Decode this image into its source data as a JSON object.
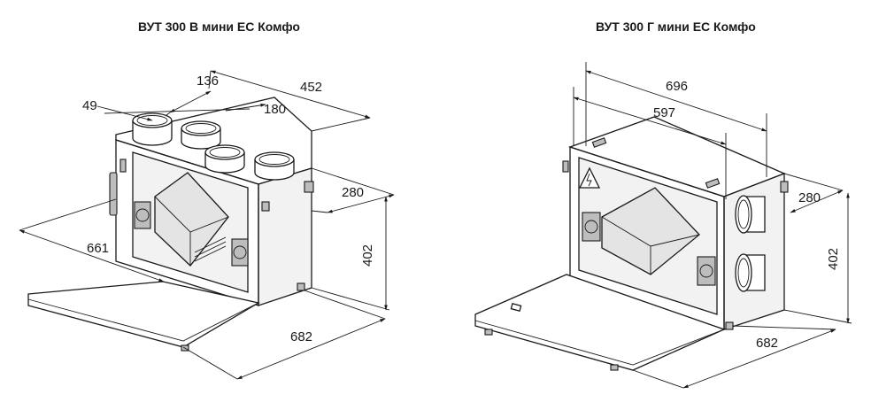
{
  "titles": {
    "left": "ВУТ 300 В мини ЕС Комфо",
    "right": "ВУТ 300 Г мини ЕС Комфо"
  },
  "left_dims": {
    "d136": "136",
    "d452": "452",
    "d49": "49",
    "d180": "180",
    "d280": "280",
    "d661": "661",
    "d402": "402",
    "d682": "682"
  },
  "right_dims": {
    "d696": "696",
    "d597": "597",
    "d280": "280",
    "d402": "402",
    "d682": "682"
  }
}
